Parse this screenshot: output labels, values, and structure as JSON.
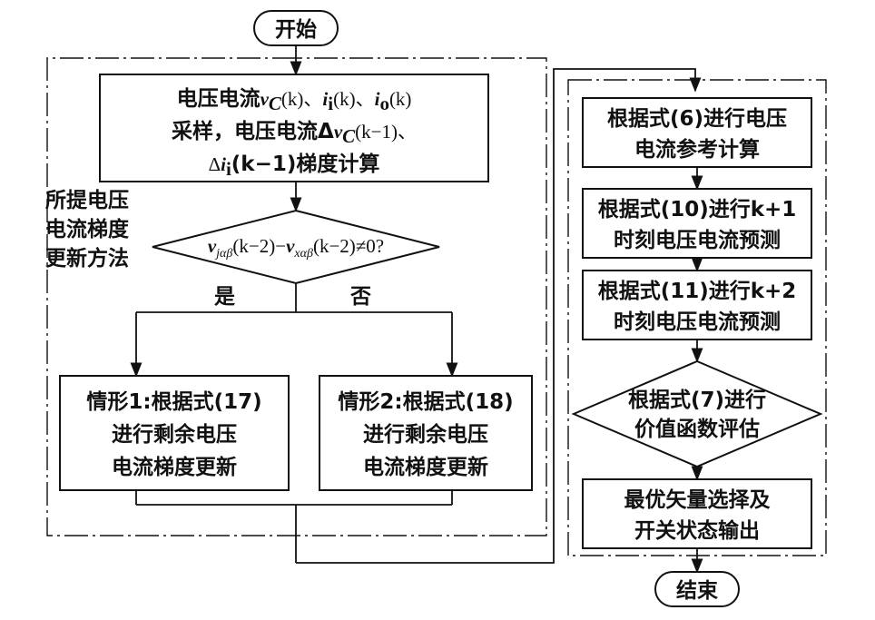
{
  "diagram": {
    "start_label": "开始",
    "end_label": "结束",
    "left_panel": {
      "sampling_box": {
        "line1_prefix": "电压电流",
        "line1_v": "v",
        "line1_v_sub": "C",
        "line1_arg": "(k)、",
        "line1_i": "i",
        "line1_i_sub": "i",
        "line1_arg2": "(k)、",
        "line1_io": "i",
        "line1_io_sub": "o",
        "line1_arg3": "(k)",
        "line2_prefix": "采样，电压电流Δ",
        "line2_v": "v",
        "line2_v_sub": "C",
        "line2_arg": "(k−1)、",
        "line3_prefix": "Δ",
        "line3_i": "i",
        "line3_i_sub": "i",
        "line3_arg": "(k−1)梯度计算"
      },
      "method_label": [
        "所提电压",
        "电流梯度",
        "更新方法"
      ],
      "decision": {
        "v1": "v",
        "v1_sub": "jαβ",
        "mid": "(k−2)−",
        "v2": "v",
        "v2_sub": "xαβ",
        "tail": "(k−2)≠0?"
      },
      "yes_label": "是",
      "no_label": "否",
      "case1": [
        "情形1:根据式(17)",
        "进行剩余电压",
        "电流梯度更新"
      ],
      "case2": [
        "情形2:根据式(18)",
        "进行剩余电压",
        "电流梯度更新"
      ]
    },
    "right_panel": {
      "box1": [
        "根据式(6)进行电压",
        "电流参考计算"
      ],
      "box2": [
        "根据式(10)进行k+1",
        "时刻电压电流预测"
      ],
      "box3": [
        "根据式(11)进行k+2",
        "时刻电压电流预测"
      ],
      "decision": [
        "根据式(7)进行",
        "价值函数评估"
      ],
      "box4": [
        "最优矢量选择及",
        "开关状态输出"
      ]
    }
  }
}
